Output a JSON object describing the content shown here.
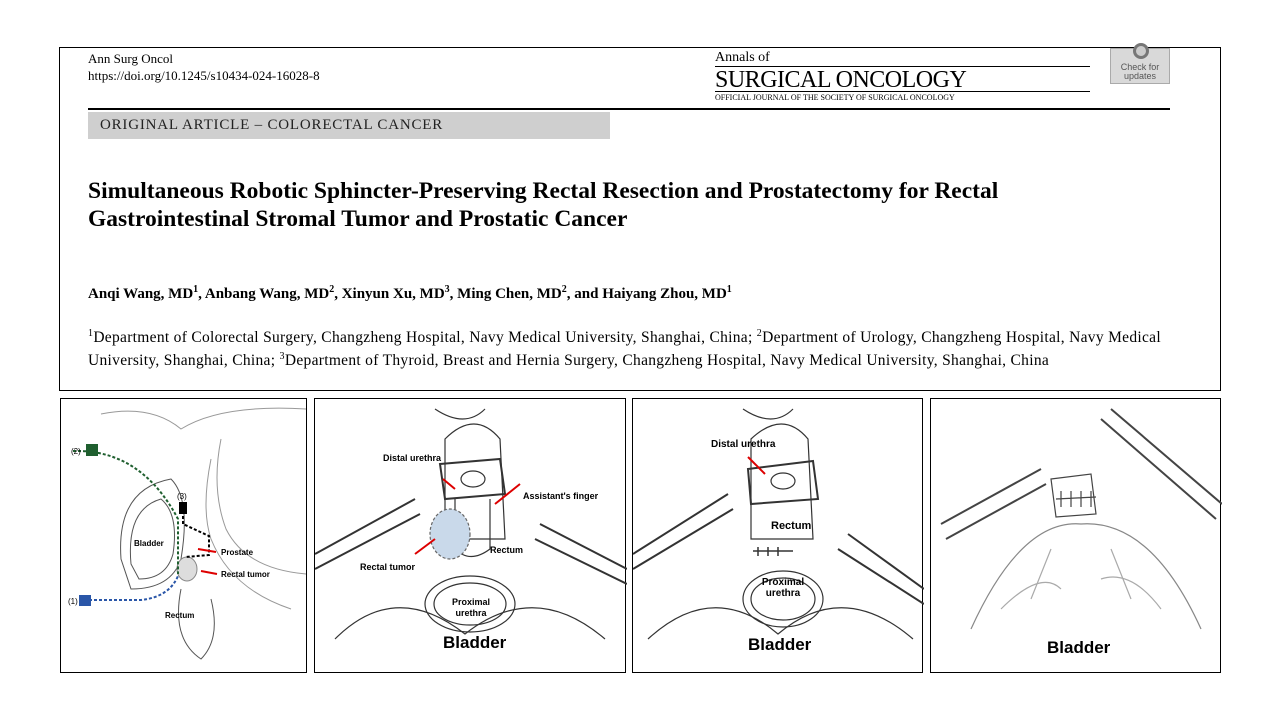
{
  "header": {
    "journal_abbrev": "Ann Surg Oncol",
    "doi": "https://doi.org/10.1245/s10434-024-16028-8",
    "logo": {
      "annals": "Annals of",
      "name": "SURGICAL ONCOLOGY",
      "subtitle": "OFFICIAL JOURNAL OF THE SOCIETY OF SURGICAL ONCOLOGY"
    },
    "check_updates": "Check for updates",
    "category": "ORIGINAL ARTICLE – COLORECTAL CANCER",
    "title": "Simultaneous Robotic Sphincter-Preserving Rectal Resection and Prostatectomy for Rectal Gastrointestinal Stromal Tumor and Prostatic Cancer",
    "authors": [
      {
        "name": "Anqi Wang, MD",
        "sup": "1"
      },
      {
        "name": "Anbang Wang, MD",
        "sup": "2"
      },
      {
        "name": "Xinyun Xu, MD",
        "sup": "3"
      },
      {
        "name": "Ming Chen, MD",
        "sup": "2"
      },
      {
        "name": "Haiyang Zhou, MD",
        "sup": "1"
      }
    ],
    "sep": ", ",
    "and": ", and ",
    "affiliations": [
      {
        "sup": "1",
        "text": "Department of Colorectal Surgery, Changzheng Hospital, Navy Medical University, Shanghai, China; "
      },
      {
        "sup": "2",
        "text": "Department of Urology, Changzheng Hospital, Navy Medical University, Shanghai, China; "
      },
      {
        "sup": "3",
        "text": "Department of Thyroid, Breast and Hernia Surgery, Changzheng Hospital, Navy Medical University, Shanghai, China"
      }
    ]
  },
  "figures": {
    "p1": {
      "port2": "(2)",
      "port3": "(3)",
      "port1": "(1)",
      "bladder": "Bladder",
      "prostate": "Prostate",
      "tumor": "Rectal tumor",
      "rectum": "Rectum"
    },
    "p2": {
      "distal": "Distal urethra",
      "finger": "Assistant's finger",
      "tumor": "Rectal tumor",
      "rectum": "Rectum",
      "proximal": "Proximal urethra",
      "bladder": "Bladder"
    },
    "p3": {
      "distal": "Distal urethra",
      "rectum": "Rectum",
      "proximal": "Proximal urethra",
      "bladder": "Bladder"
    },
    "p4": {
      "bladder": "Bladder"
    }
  }
}
